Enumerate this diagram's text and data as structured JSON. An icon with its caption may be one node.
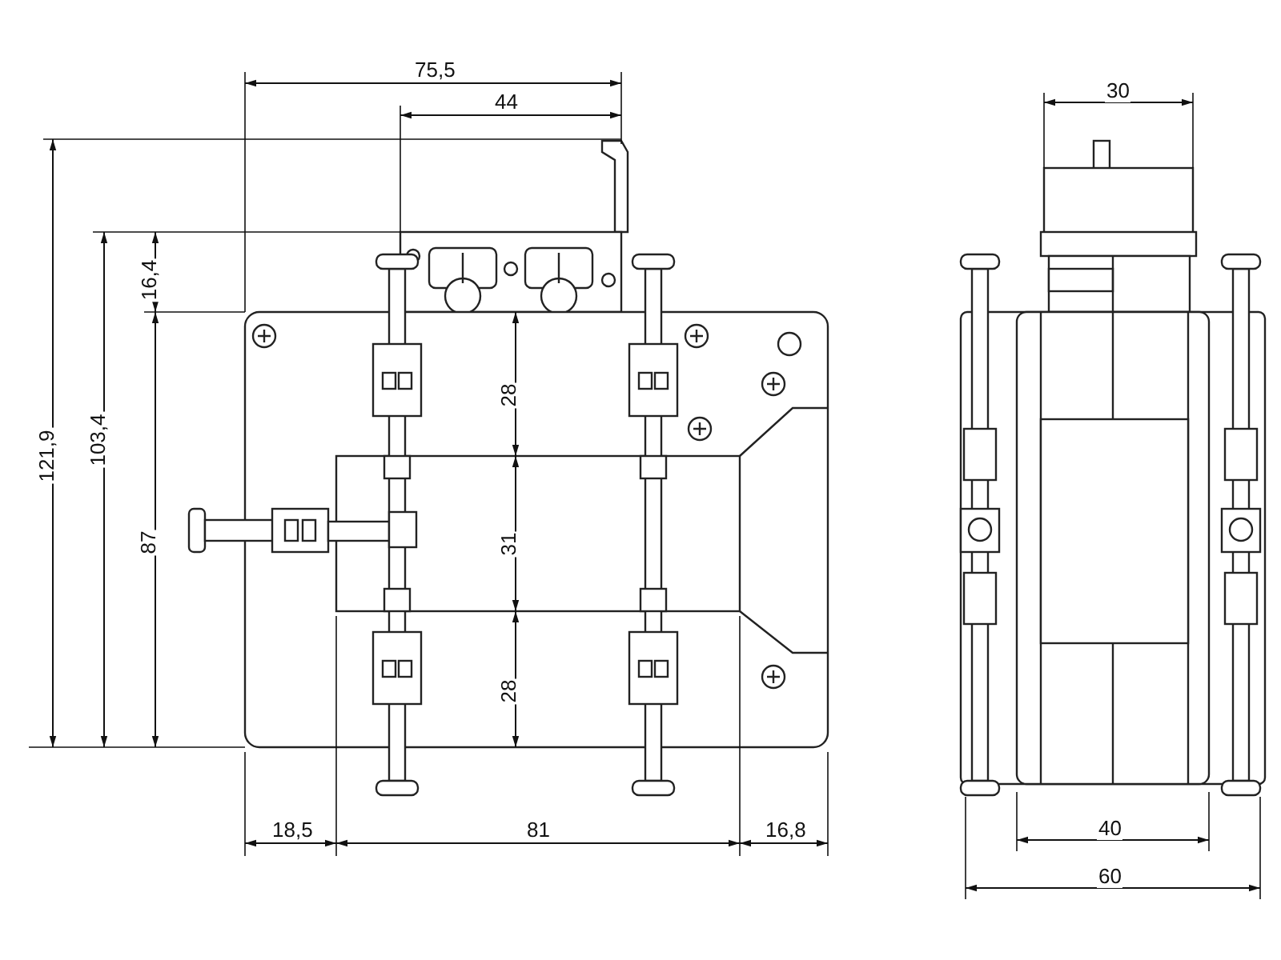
{
  "diagram": {
    "labels": [
      "75,5",
      "44",
      "121,9",
      "103,4",
      "16,4",
      "87",
      "28",
      "31",
      "28",
      "18,5",
      "81",
      "16,8",
      "30",
      "40",
      "60"
    ]
  }
}
